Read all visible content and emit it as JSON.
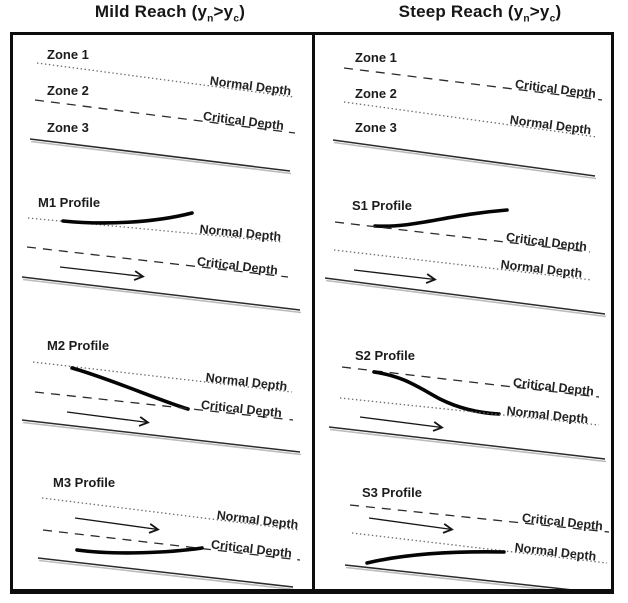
{
  "titles": {
    "left": {
      "t1": "Mild Reach (y",
      "sub1": "n",
      "t2": ">y",
      "sub2": "c",
      "t3": ")"
    },
    "right": {
      "t1": "Steep Reach (y",
      "sub1": "n",
      "t2": ">y",
      "sub2": "c",
      "t3": ")"
    }
  },
  "labels": {
    "zone1": "Zone 1",
    "zone2": "Zone 2",
    "zone3": "Zone 3",
    "normal_depth": "Normal Depth",
    "critical_depth": "Critical Depth",
    "m1": "M1 Profile",
    "m2": "M2 Profile",
    "m3": "M3 Profile",
    "s1": "S1 Profile",
    "s2": "S2 Profile",
    "s3": "S3 Profile"
  },
  "colors": {
    "ink": "#1c1c1c",
    "line": "#2b2b2b",
    "dotted_line": "#6a6a6a",
    "bed_shadow": "#bcbcbc",
    "background": "#ffffff",
    "border": "#0d0d0d"
  }
}
